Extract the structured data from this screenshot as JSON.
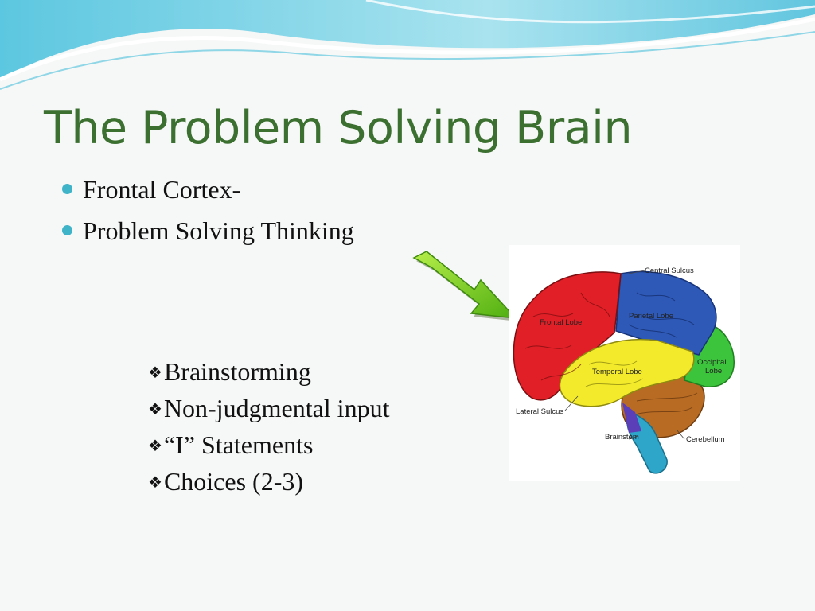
{
  "slide": {
    "title": "The Problem Solving Brain",
    "bullets": [
      "Frontal Cortex-",
      "Problem Solving Thinking"
    ],
    "sub_items": [
      "Brainstorming",
      "Non-judgmental input",
      "“I” Statements",
      "Choices (2-3)"
    ],
    "sub_marker": "❖"
  },
  "brain_diagram": {
    "labels": {
      "central_sulcus": "Central Sulcus",
      "frontal_lobe": "Frontal Lobe",
      "parietal_lobe": "Parietal Lobe",
      "occipital_lobe_1": "Occipital",
      "occipital_lobe_2": "Lobe",
      "temporal_lobe": "Temporal Lobe",
      "lateral_sulcus": "Lateral Sulcus",
      "brainstem": "Brainstem",
      "cerebellum": "Cerebellum"
    }
  },
  "colors": {
    "title": "#3b7030",
    "bullet": "#3fb3c8",
    "frontal": "#e11f26",
    "parietal": "#2e59b6",
    "occipital": "#3cc43c",
    "temporal": "#f2ea2a",
    "cerebellum": "#b86b23",
    "brainstem": "#2ea6c9",
    "arrow": "#7ccd1c"
  }
}
